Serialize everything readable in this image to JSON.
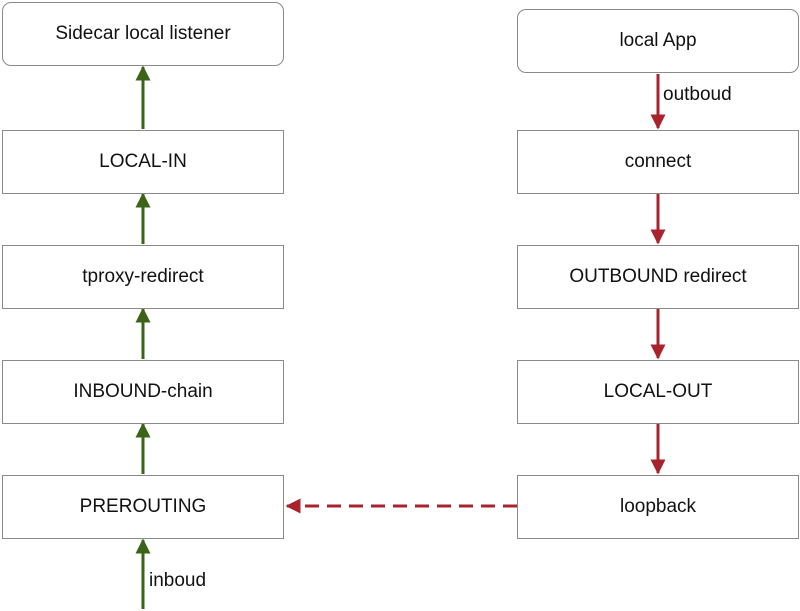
{
  "colors": {
    "inbound_arrow": "#3b6418",
    "outbound_arrow": "#a8232c",
    "node_border": "#8a8a8a",
    "node_fill": "#ffffff"
  },
  "left_chain": {
    "listener": "Sidecar local listener",
    "local_in": "LOCAL-IN",
    "tproxy": "tproxy-redirect",
    "inbound_chain": "INBOUND-chain",
    "prerouting": "PREROUTING"
  },
  "right_chain": {
    "app": "local App",
    "connect": "connect",
    "outbound_redirect": "OUTBOUND redirect",
    "local_out": "LOCAL-OUT",
    "loopback": "loopback"
  },
  "edge_labels": {
    "inbound": "inboud",
    "outbound": "outboud"
  }
}
